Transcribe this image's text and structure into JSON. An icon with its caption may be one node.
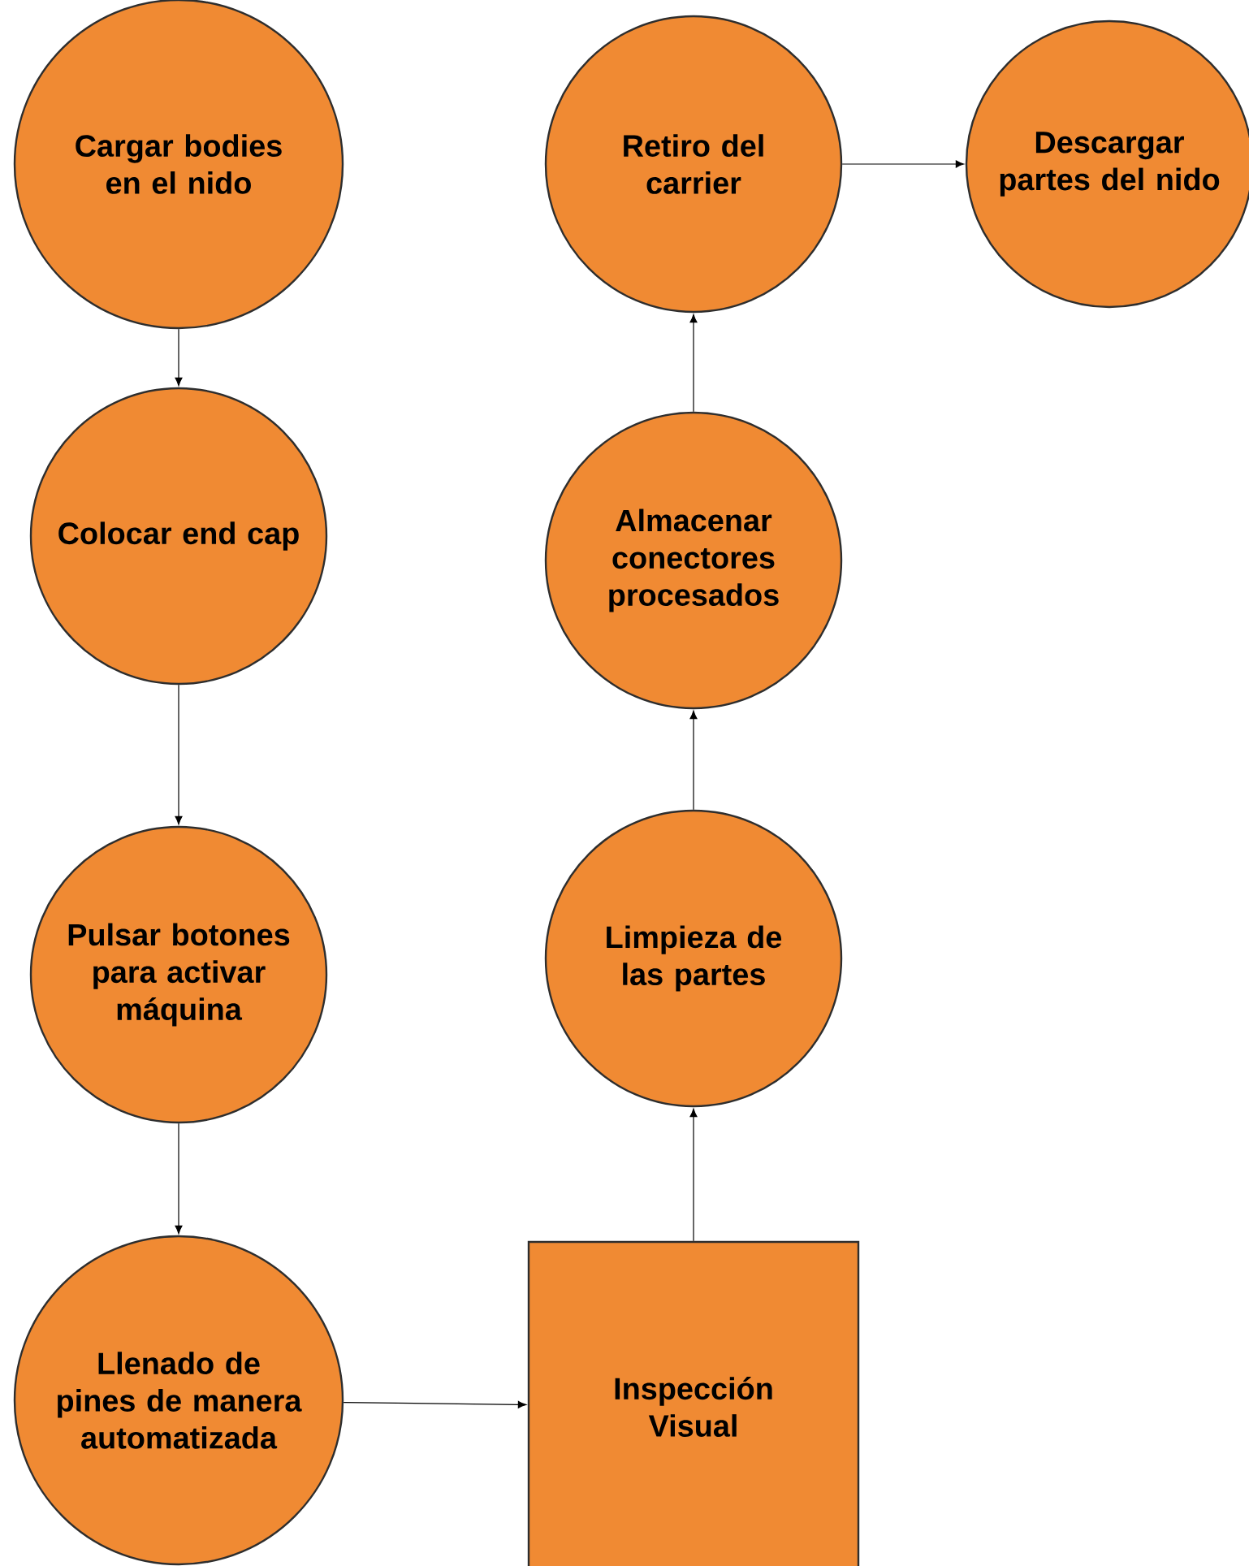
{
  "diagram": {
    "nodes": [
      {
        "text": [
          "Cargar bodies en el nido"
        ]
      },
      {
        "text": [
          "Colocar end cap"
        ]
      },
      {
        "text": [
          "Pulsar botones para activar máquina"
        ]
      },
      {
        "text": [
          "Llenado de pines de manera automatizada"
        ]
      },
      {
        "text": [
          "Inspección Visual"
        ]
      },
      {
        "text": [
          "Limpieza de las partes"
        ]
      },
      {
        "text": [
          "Almacenar conectores procesados"
        ]
      },
      {
        "text": [
          "Retiro del carrier"
        ]
      },
      {
        "text": [
          "Descargar partes del nido"
        ]
      }
    ],
    "edges": [
      {
        "from": 0,
        "to": 1,
        "arrow": "to"
      },
      {
        "from": 1,
        "to": 2,
        "arrow": "to"
      },
      {
        "from": 2,
        "to": 3,
        "arrow": "to"
      },
      {
        "from": 3,
        "to": 4,
        "arrow": "to"
      },
      {
        "from": 4,
        "to": 5,
        "arrow": "to"
      },
      {
        "from": 5,
        "to": 6,
        "arrow": "to"
      },
      {
        "from": 6,
        "to": 7,
        "arrow": "to"
      },
      {
        "from": 7,
        "to": 8,
        "arrow": "to"
      }
    ]
  }
}
